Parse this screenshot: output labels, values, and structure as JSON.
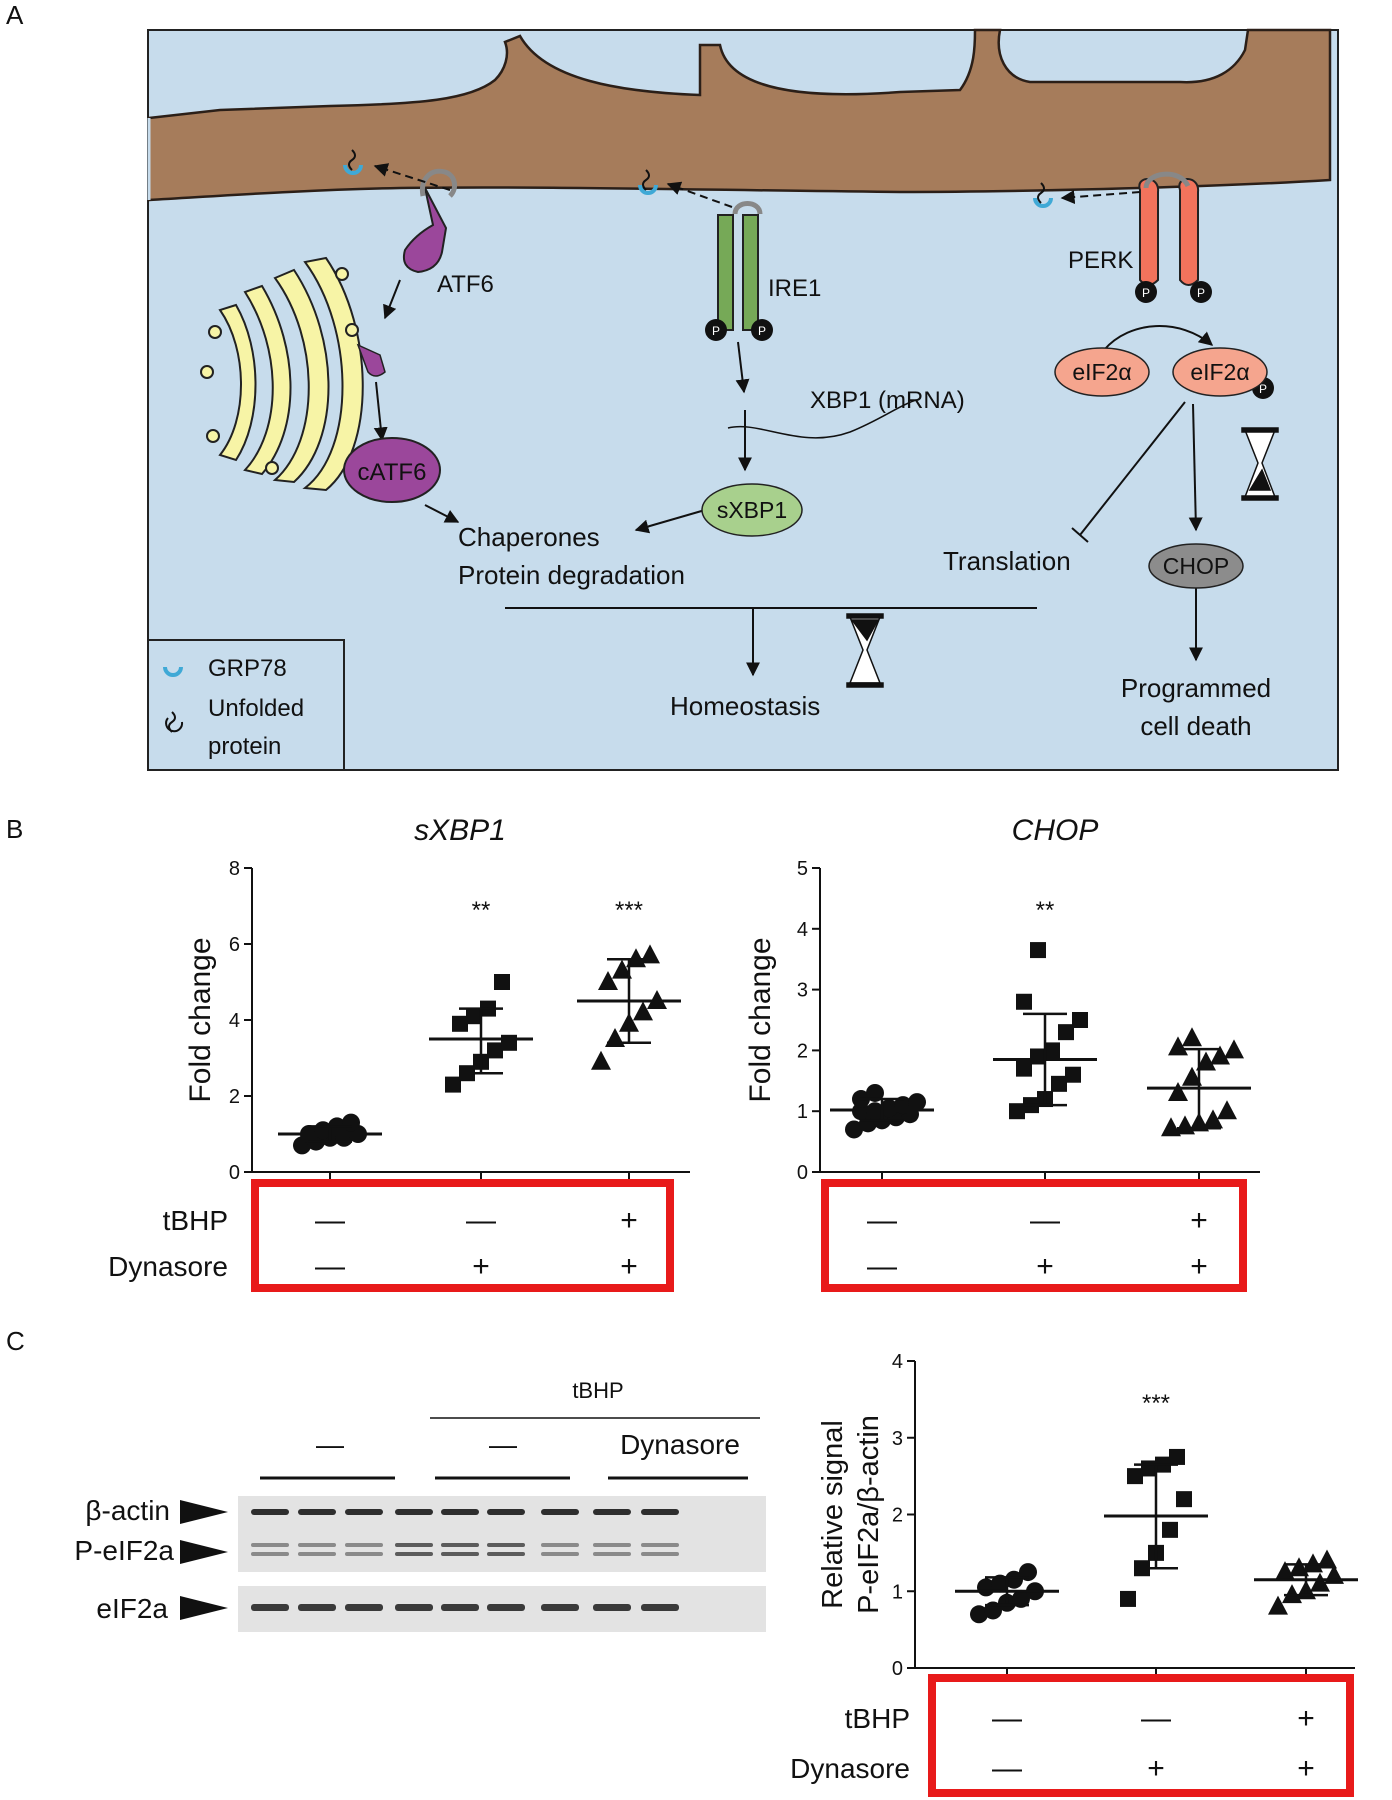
{
  "panel_labels": {
    "a": "A",
    "b": "B",
    "c": "C"
  },
  "diagram": {
    "atf6": "ATF6",
    "ire1": "IRE1",
    "perk": "PERK",
    "xbp1_mrna": "XBP1 (mRNA)",
    "catf6": "cATF6",
    "sxbp1": "sXBP1",
    "eif2a_1": "eIF2α",
    "eif2a_2": "eIF2α",
    "chop": "CHOP",
    "chaperones": "Chaperones",
    "protein_degradation": "Protein degradation",
    "translation": "Translation",
    "homeostasis": "Homeostasis",
    "programmed": "Programmed",
    "cell_death": "cell death",
    "phospho": "P",
    "legend": {
      "grp78": "GRP78",
      "unfolded_1": "Unfolded",
      "unfolded_2": "protein"
    },
    "colors": {
      "er": "#a67c5b",
      "cytoplasm": "#c7dcec",
      "golgi": "#f7f4a6",
      "atf6": "#9b479b",
      "ire1": "#76a957",
      "perk": "#f2735c",
      "eif2a": "#f5a58e",
      "sxbp1": "#a8d08d",
      "chop": "#8c8c8c",
      "grp78": "#3fa9d6"
    }
  },
  "treatments": {
    "tbhp": "tBHP",
    "dynasore": "Dynasore",
    "minus": "—",
    "plus": "+"
  },
  "western": {
    "header": "tBHP",
    "group_minus": "—",
    "group_minus2": "—",
    "group_dynasore": "Dynasore",
    "row_actin": "β-actin",
    "row_peif2a": "P-eIF2a",
    "row_eif2a": "eIF2a"
  },
  "chart_data": [
    {
      "type": "scatter",
      "title": "sXBP1",
      "ylabel": "Fold change",
      "ylim": [
        0,
        8
      ],
      "yticks": [
        "0",
        "2",
        "4",
        "6",
        "8"
      ],
      "tbhp": [
        "—",
        "—",
        "+"
      ],
      "dynasore": [
        "—",
        "+",
        "+"
      ],
      "significance": [
        "",
        "**",
        "***"
      ],
      "series": [
        {
          "marker": "circle",
          "mean": 1.0,
          "sd_low": 0.8,
          "sd_high": 1.2,
          "values": [
            0.7,
            0.8,
            0.9,
            0.9,
            1.0,
            1.0,
            1.1,
            1.2,
            1.3
          ]
        },
        {
          "marker": "square",
          "mean": 3.5,
          "sd_low": 2.6,
          "sd_high": 4.3,
          "values": [
            2.3,
            2.6,
            2.9,
            3.2,
            3.4,
            3.9,
            4.1,
            4.3,
            5.0
          ]
        },
        {
          "marker": "triangle",
          "mean": 4.5,
          "sd_low": 3.4,
          "sd_high": 5.6,
          "values": [
            2.9,
            3.5,
            3.9,
            4.2,
            4.5,
            5.0,
            5.3,
            5.6,
            5.7
          ]
        }
      ]
    },
    {
      "type": "scatter",
      "title": "CHOP",
      "ylabel": "Fold change",
      "ylim": [
        0,
        5
      ],
      "yticks": [
        "0",
        "1",
        "2",
        "3",
        "4",
        "5"
      ],
      "tbhp": [
        "—",
        "—",
        "+"
      ],
      "dynasore": [
        "—",
        "+",
        "+"
      ],
      "significance": [
        "",
        "**",
        ""
      ],
      "series": [
        {
          "marker": "circle",
          "mean": 1.02,
          "sd_low": 0.85,
          "sd_high": 1.2,
          "values": [
            0.7,
            0.8,
            0.85,
            0.9,
            0.95,
            1.0,
            1.0,
            1.05,
            1.1,
            1.15,
            1.2,
            1.3
          ]
        },
        {
          "marker": "square",
          "mean": 1.85,
          "sd_low": 1.1,
          "sd_high": 2.6,
          "values": [
            1.0,
            1.1,
            1.2,
            1.45,
            1.6,
            1.7,
            1.9,
            2.0,
            2.3,
            2.5,
            2.8,
            3.65
          ]
        },
        {
          "marker": "triangle",
          "mean": 1.38,
          "sd_low": 0.72,
          "sd_high": 2.02,
          "values": [
            0.72,
            0.75,
            0.8,
            0.85,
            1.0,
            1.3,
            1.55,
            1.8,
            1.9,
            2.0,
            2.05,
            2.2
          ]
        }
      ]
    },
    {
      "type": "scatter",
      "title": "",
      "ylabel": "Relative signal P-eIF2a/β-actin",
      "ylabel_lines": [
        "Relative signal",
        "P-eIF2a/β-actin"
      ],
      "ylim": [
        0,
        4
      ],
      "yticks": [
        "0",
        "1",
        "2",
        "3",
        "4"
      ],
      "tbhp": [
        "—",
        "—",
        "+"
      ],
      "dynasore": [
        "—",
        "+",
        "+"
      ],
      "significance": [
        "",
        "***",
        ""
      ],
      "series": [
        {
          "marker": "circle",
          "mean": 1.0,
          "sd_low": 0.82,
          "sd_high": 1.18,
          "values": [
            0.7,
            0.75,
            0.85,
            0.9,
            1.0,
            1.05,
            1.1,
            1.15,
            1.25
          ]
        },
        {
          "marker": "square",
          "mean": 1.98,
          "sd_low": 1.3,
          "sd_high": 2.65,
          "values": [
            0.9,
            1.3,
            1.5,
            1.8,
            2.2,
            2.5,
            2.6,
            2.65,
            2.75
          ]
        },
        {
          "marker": "triangle",
          "mean": 1.15,
          "sd_low": 0.95,
          "sd_high": 1.35,
          "values": [
            0.8,
            0.95,
            1.0,
            1.1,
            1.2,
            1.25,
            1.3,
            1.35,
            1.4
          ]
        }
      ]
    }
  ]
}
